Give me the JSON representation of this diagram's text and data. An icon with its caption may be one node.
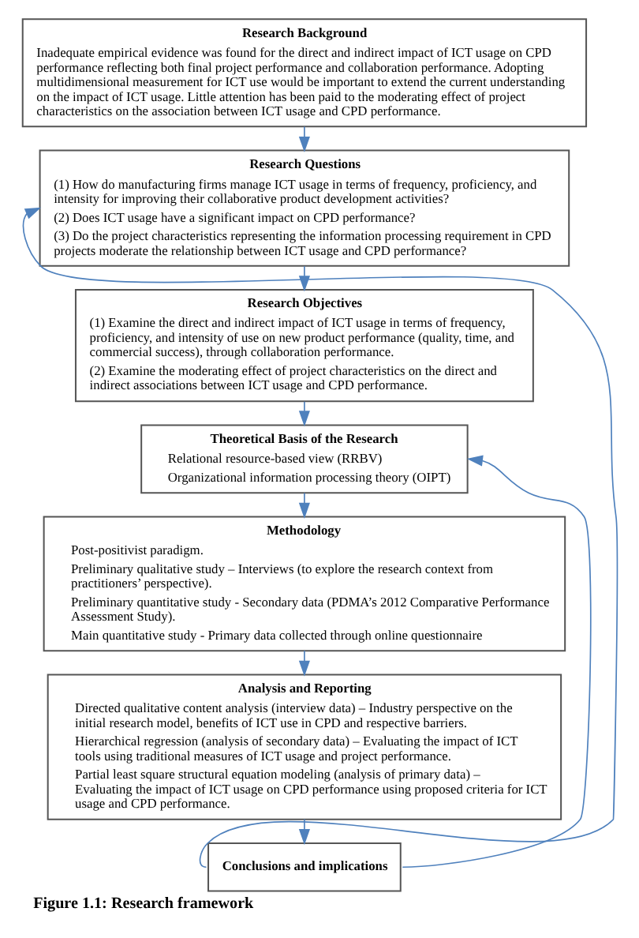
{
  "diagram": {
    "caption": "Figure 1.1: Research framework",
    "nodes": [
      {
        "text": [
          "Research Background",
          "Inadequate empirical evidence was found for the direct and indirect impact of ICT usage on CPD performance reflecting both final project performance and collaboration performance. Adopting multidimensional measurement for ICT use would be important to extend the current understanding on the impact of ICT usage. Little attention has been paid to the moderating effect of project characteristics on the association between ICT usage and CPD performance."
        ]
      },
      {
        "text": [
          "Research Questions",
          "(1) How do manufacturing firms manage ICT usage in terms of frequency, proficiency, and intensity for improving their collaborative product development activities?",
          "(2) Does ICT usage have a significant impact on CPD performance?",
          "(3) Do the project characteristics representing the information processing requirement in CPD projects moderate the relationship between ICT usage and CPD performance?"
        ]
      },
      {
        "text": [
          "Research Objectives",
          "(1) Examine the direct and indirect impact of ICT usage in terms of frequency, proficiency, and intensity of use on new product performance (quality, time, and commercial success), through collaboration performance.",
          "(2) Examine the moderating effect of project characteristics on the direct and indirect associations between ICT usage and CPD performance."
        ]
      },
      {
        "text": [
          "Theoretical Basis of the Research",
          "Relational resource-based view (RRBV)",
          "Organizational information processing theory (OIPT)"
        ]
      },
      {
        "text": [
          "Methodology",
          "Post-positivist paradigm.",
          "Preliminary qualitative study – Interviews (to explore the research context from practitioners’ perspective).",
          "Preliminary quantitative study - Secondary data (PDMA’s 2012 Comparative Performance Assessment Study).",
          "Main quantitative study - Primary data collected through online questionnaire"
        ]
      },
      {
        "text": [
          "Analysis and Reporting",
          "Directed qualitative content analysis (interview data) – Industry perspective on the initial research model, benefits of ICT use in CPD and respective barriers.",
          "Hierarchical regression (analysis of secondary data) – Evaluating the impact of ICT tools using traditional measures of ICT usage and project performance.",
          "Partial least square structural equation modeling (analysis of primary data) – Evaluating the impact of ICT usage on CPD performance using proposed criteria for ICT usage and CPD performance."
        ]
      },
      {
        "text": [
          "Conclusions and implications"
        ]
      }
    ],
    "edges": [
      {
        "from": 0,
        "to": 1,
        "arrow": "to"
      },
      {
        "from": 1,
        "to": 2,
        "arrow": "to"
      },
      {
        "from": 2,
        "to": 3,
        "arrow": "to"
      },
      {
        "from": 3,
        "to": 4,
        "arrow": "to"
      },
      {
        "from": 4,
        "to": 5,
        "arrow": "to"
      },
      {
        "from": 5,
        "to": 6,
        "arrow": "to"
      },
      {
        "from": 6,
        "to": 1,
        "arrow": "to"
      },
      {
        "from": 6,
        "to": 3,
        "arrow": "to"
      }
    ]
  }
}
